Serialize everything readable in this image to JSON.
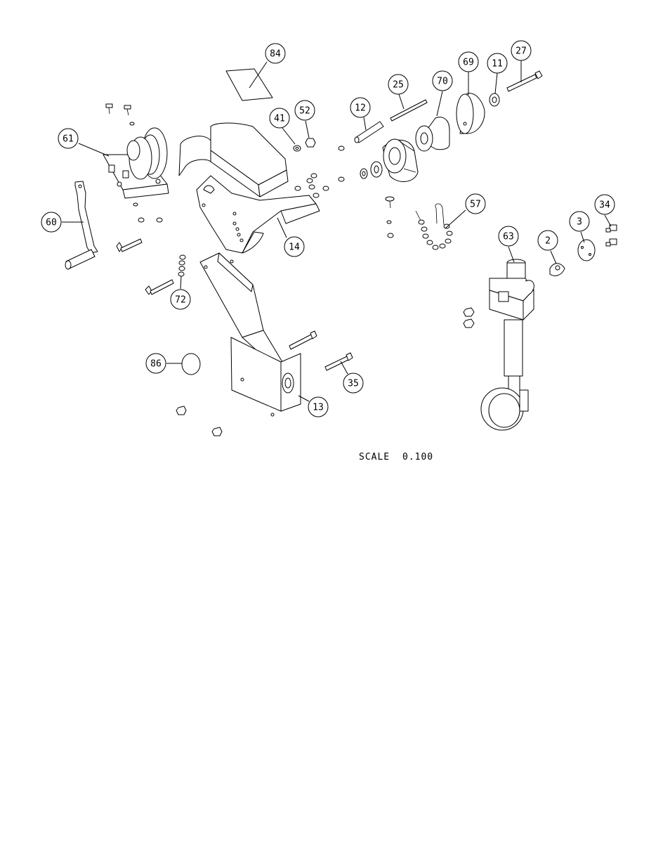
{
  "callouts": [
    {
      "id": "84",
      "label": "84"
    },
    {
      "id": "61",
      "label": "61"
    },
    {
      "id": "41",
      "label": "41"
    },
    {
      "id": "52",
      "label": "52"
    },
    {
      "id": "12",
      "label": "12"
    },
    {
      "id": "25",
      "label": "25"
    },
    {
      "id": "70",
      "label": "70"
    },
    {
      "id": "69",
      "label": "69"
    },
    {
      "id": "11",
      "label": "11"
    },
    {
      "id": "27",
      "label": "27"
    },
    {
      "id": "60",
      "label": "60"
    },
    {
      "id": "14",
      "label": "14"
    },
    {
      "id": "57",
      "label": "57"
    },
    {
      "id": "34",
      "label": "34"
    },
    {
      "id": "63",
      "label": "63"
    },
    {
      "id": "2",
      "label": "2"
    },
    {
      "id": "3",
      "label": "3"
    },
    {
      "id": "72",
      "label": "72"
    },
    {
      "id": "86",
      "label": "86"
    },
    {
      "id": "35",
      "label": "35"
    },
    {
      "id": "13",
      "label": "13"
    }
  ],
  "scale": {
    "label": "SCALE",
    "value": "0.100"
  }
}
